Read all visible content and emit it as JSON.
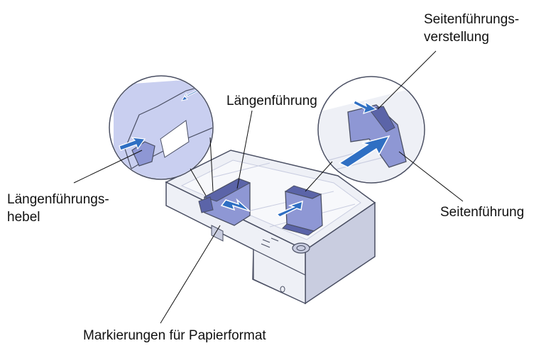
{
  "labels": {
    "length_guide": "Längenführung",
    "side_guide_adjust_line1": "Seitenführungs-",
    "side_guide_adjust_line2": "verstellung",
    "length_guide_lever_line1": "Längenführungs-",
    "length_guide_lever_line2": "hebel",
    "side_guide": "Seitenführung",
    "paper_size_marks": "Markierungen für Papierformat"
  },
  "colors": {
    "tray_fill": "#eef0f6",
    "tray_dark": "#c9cde0",
    "tray_outline": "#4a4f63",
    "guide_fill": "#8e97d4",
    "guide_dark": "#5b64a8",
    "callout_fill": "#c9cff0",
    "arrow_fill": "#2f6fc3",
    "arrow_outline": "#ffffff",
    "leader_line": "#111111"
  }
}
